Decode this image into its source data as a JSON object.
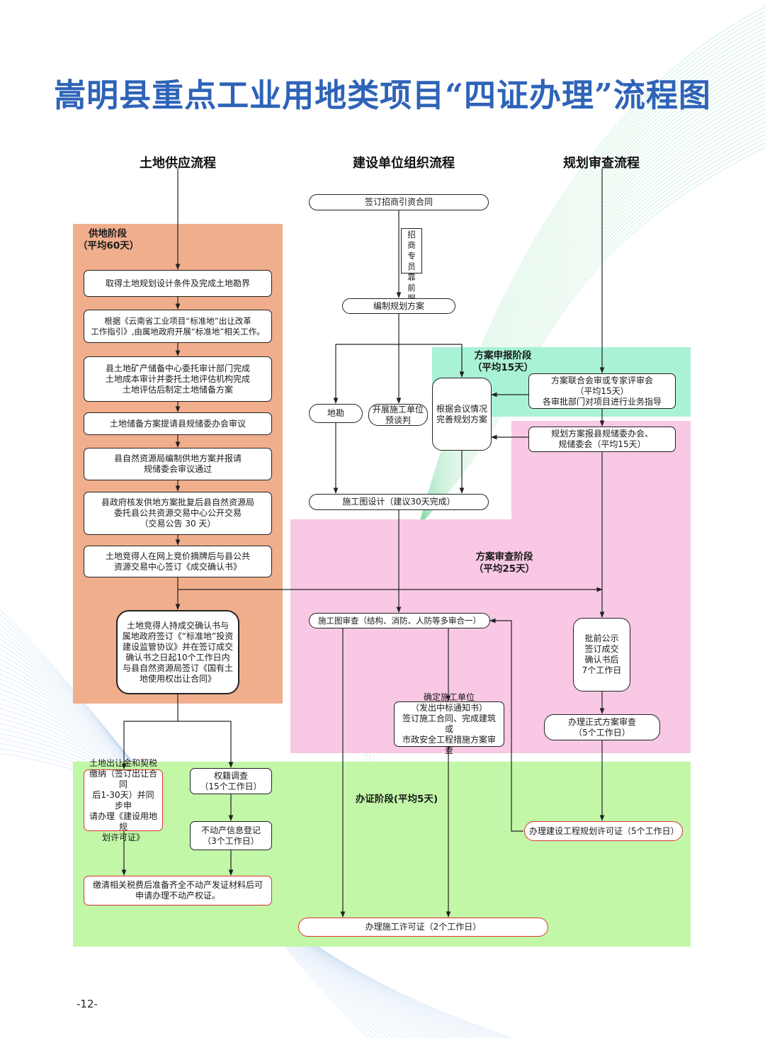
{
  "title": "嵩明县重点工业用地类项目“四证办理”流程图",
  "columns": {
    "land": "土地供应流程",
    "build": "建设单位组织流程",
    "plan": "规划审查流程"
  },
  "stages": {
    "supply": "供地阶段\n（平均60天）",
    "submit": "方案申报阶段\n（平均15天）",
    "review": "方案审查阶段\n（平均25天）",
    "cert": "办证阶段(平均5天)"
  },
  "boxes": {
    "b1": "取得土地规划设计条件及完成土地勘界",
    "b2": "根据《云南省工业项目“标准地”出让改革\n工作指引》,由属地政府开展“标准地”相关工作。",
    "b3": "县土地矿产储备中心委托审计部门完成\n土地成本审计并委托土地评估机构完成\n土地评估后制定土地储备方案",
    "b4": "土地储备方案提请县规储委办会审议",
    "b5": "县自然资源局编制供地方案并报请\n规储委会审议通过",
    "b6": "县政府核发供地方案批复后县自然资源局\n委托县公共资源交易中心公开交易\n（交易公告 30 天）",
    "b7": "土地竞得人在网上竞价摘牌后与县公共\n资源交易中心签订《成交确认书》",
    "b8": "土地竞得人持成交确认书与\n属地政府签订《“标准地”投资\n建设监管协议》并在签订成交\n确认书之日起10个工作日内\n与县自然资源局签订《国有土\n地使用权出让合同》",
    "b9": "土地出让金和契税\n缴纳（签订出让合同\n后1-30天）并同步申\n请办理《建设用地规\n划许可证》",
    "b10": "权籍调查\n（15个工作日）",
    "b11": "不动产信息登记\n（3个工作日）",
    "b12": "缴清相关税费后准备齐全不动产发证材料后可\n申请办理不动产权证。",
    "c1": "签订招商引资合同",
    "c_note": "招\n商\n专\n员\n靠\n前\n服\n务",
    "c2": "编制规划方案",
    "c3": "地勘",
    "c4": "开展施工单位\n预谈判",
    "c5": "根据会议情况\n完善规划方案",
    "c6": "施工图设计（建议30天完成）",
    "c7": "施工图审查（结构、消防、人防等多审合一）",
    "c8": "确定施工单位\n（发出中标通知书）\n签订施工合同、完成建筑或\n市政安全工程措施方案审查",
    "c9": "办理施工许可证（2个工作日）",
    "p1": "方案联合会审或专家评审会\n（平均15天）\n各审批部门对项目进行业务指导",
    "p2": "规划方案报县规储委办会、\n规储委会（平均15天）",
    "p3": "批前公示\n签订成交\n确认书后\n7个工作日",
    "p4": "办理正式方案审查\n（5个工作日）",
    "p5": "办理建设工程规划许可证（5个工作日）"
  },
  "page_number": "-12-",
  "colors": {
    "title": "#2e63b8",
    "supply_zone": "#f0ae8c",
    "submit_zone": "#a9f2d6",
    "review_zone": "#f8c8e4",
    "cert_zone": "#c2f7a8",
    "red_border": "#dd3333"
  }
}
